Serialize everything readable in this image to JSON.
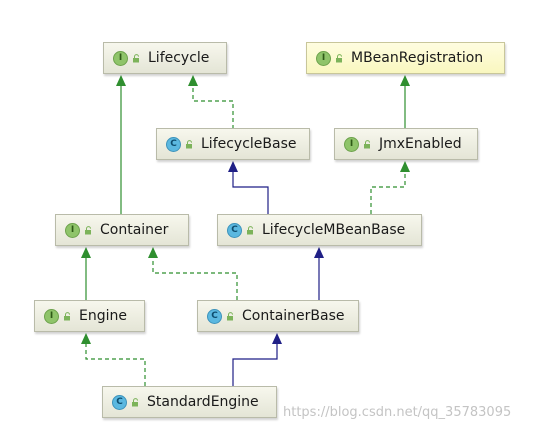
{
  "colors": {
    "implements_edge": "#2f8f2f",
    "extends_edge": "#1f1f86",
    "node_fill": "#eef0e2",
    "mbean_fill": "#fbf9cf"
  },
  "nodes": {
    "lifecycle": {
      "kind": "I",
      "label": "Lifecycle"
    },
    "mbeanregistration": {
      "kind": "I",
      "label": "MBeanRegistration"
    },
    "lifecyclebase": {
      "kind": "C",
      "label": "LifecycleBase"
    },
    "jmxenabled": {
      "kind": "I",
      "label": "JmxEnabled"
    },
    "container": {
      "kind": "I",
      "label": "Container"
    },
    "lifecyclembeanbase": {
      "kind": "C",
      "label": "LifecycleMBeanBase"
    },
    "engine": {
      "kind": "I",
      "label": "Engine"
    },
    "containerbase": {
      "kind": "C",
      "label": "ContainerBase"
    },
    "standardengine": {
      "kind": "C",
      "label": "StandardEngine"
    }
  },
  "edges": [
    {
      "from": "container",
      "to": "lifecycle",
      "type": "extends-interface"
    },
    {
      "from": "lifecyclebase",
      "to": "lifecycle",
      "type": "implements"
    },
    {
      "from": "jmxenabled",
      "to": "mbeanregistration",
      "type": "extends-interface"
    },
    {
      "from": "lifecyclembeanbase",
      "to": "lifecyclebase",
      "type": "extends"
    },
    {
      "from": "lifecyclembeanbase",
      "to": "jmxenabled",
      "type": "implements"
    },
    {
      "from": "engine",
      "to": "container",
      "type": "extends-interface"
    },
    {
      "from": "containerbase",
      "to": "container",
      "type": "implements"
    },
    {
      "from": "containerbase",
      "to": "lifecyclembeanbase",
      "type": "extends"
    },
    {
      "from": "standardengine",
      "to": "engine",
      "type": "implements"
    },
    {
      "from": "standardengine",
      "to": "containerbase",
      "type": "extends"
    }
  ],
  "watermark": "https://blog.csdn.net/qq_35783095"
}
